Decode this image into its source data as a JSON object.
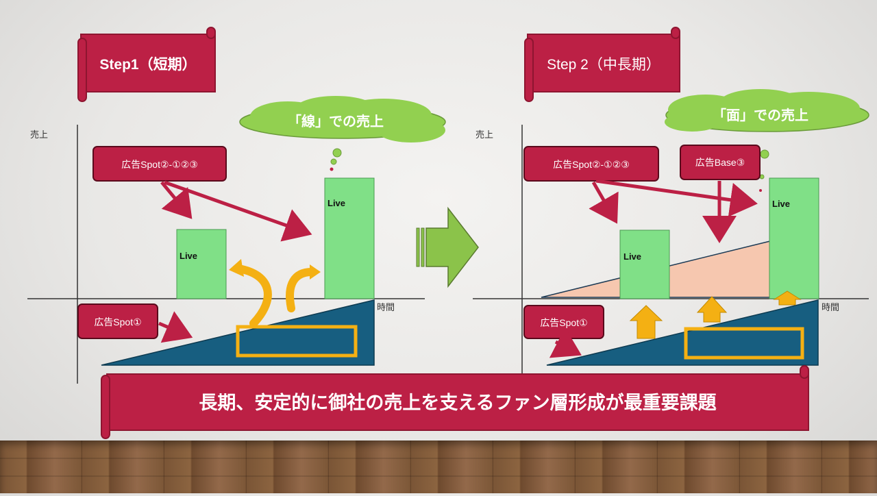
{
  "left_panel": {
    "title": "Step1（短期）",
    "y_axis_label": "売上",
    "x_axis_label": "時間",
    "cloud_text": "「線」での売上",
    "ad_spot_top": "広告Spot②-①②③",
    "ad_spot_bottom": "広告Spot①",
    "bar1_label": "Live",
    "bar2_label": "Live"
  },
  "right_panel": {
    "title": "Step 2（中長期）",
    "y_axis_label": "売上",
    "x_axis_label": "時間",
    "cloud_text": "「面」での売上",
    "ad_spot_top": "広告Spot②-①②③",
    "ad_base": "広告Base③",
    "ad_spot_bottom": "広告Spot①",
    "bar1_label": "Live",
    "bar2_label": "Live"
  },
  "banner_text": "長期、安定的に御社の売上を支えるファン層形成が最重要課題",
  "colors": {
    "scroll": "#bc2045",
    "scroll_dark": "#8e1530",
    "bar_green": "#80e087",
    "triangle_blue": "#175e80",
    "orange": "#f4b013",
    "cloud_green": "#92d050",
    "peach": "#f6c7af",
    "arrow_gray_green": "#8bc34a"
  }
}
